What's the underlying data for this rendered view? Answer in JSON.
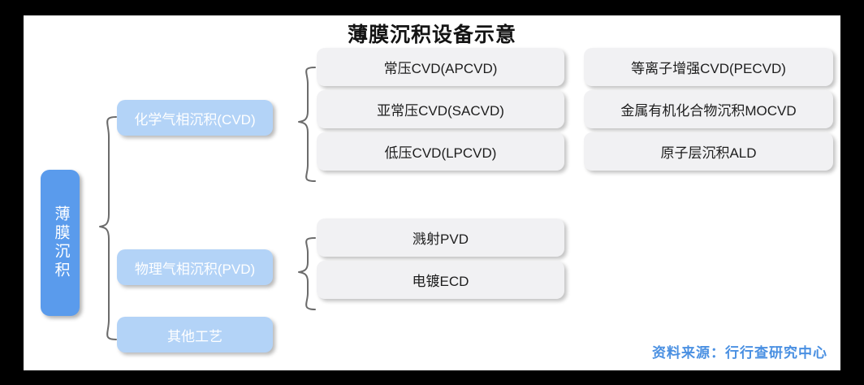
{
  "title": "薄膜沉积设备示意",
  "root": {
    "label": "薄膜沉积"
  },
  "branches": [
    {
      "label": "化学气相沉积(CVD)",
      "children_left": [
        "常压CVD(APCVD)",
        "亚常压CVD(SACVD)",
        "低压CVD(LPCVD)"
      ],
      "children_right": [
        "等离子增强CVD(PECVD)",
        "金属有机化合物沉积MOCVD",
        "原子层沉积ALD"
      ]
    },
    {
      "label": "物理气相沉积(PVD)",
      "children_left": [
        "溅射PVD",
        "电镀ECD"
      ],
      "children_right": []
    },
    {
      "label": "其他工艺",
      "children_left": [],
      "children_right": []
    }
  ],
  "source": "资料来源：行行查研究中心",
  "colors": {
    "root_box": "#5a9bec",
    "level2_box": "#b3d3f7",
    "leaf_box": "#f1f1f3",
    "title_text": "#141414",
    "leaf_text": "#1d1d1d",
    "source_text": "#4a90e2",
    "connector": "#6b6b6b",
    "canvas": "#ffffff",
    "frame": "#000000"
  }
}
